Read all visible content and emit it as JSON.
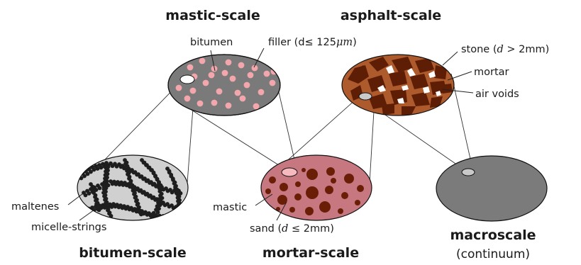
{
  "colors": {
    "mastic_fill": "#7a7a7a",
    "filler_dot": "#f4a6ad",
    "asphalt_fill": "#ad5a2c",
    "stone": "#5e1e06",
    "air_void": "#ffffff",
    "bitumen_fill": "#d0d0d0",
    "micelle": "#1e1e1e",
    "mortar_fill": "#c77780",
    "sand": "#6a1e06",
    "macro_fill": "#7b7b7b"
  },
  "scales": {
    "mastic": {
      "title": "mastic-scale",
      "labels": {
        "bitumen": "bitumen",
        "filler": "filler (d≤ 125",
        "filler_unit": "μm",
        "filler_close": ")"
      }
    },
    "asphalt": {
      "title": "asphalt-scale",
      "labels": {
        "stone": "stone (",
        "stone_math": "d > ",
        "stone_tail": "2mm)",
        "mortar": "mortar",
        "air_voids": "air voids"
      }
    },
    "bitumen": {
      "title": "bitumen-scale",
      "labels": {
        "maltenes": "maltenes",
        "micelle": "micelle-strings"
      }
    },
    "mortar": {
      "title": "mortar-scale",
      "labels": {
        "mastic": "mastic",
        "sand": "sand (",
        "sand_math": "d ≤ ",
        "sand_tail": "2mm)"
      }
    },
    "macro": {
      "title": "macroscale",
      "subtitle": "(continuum)"
    }
  },
  "icons": [
    "scale-ellipse",
    "leader-line",
    "connector-line"
  ]
}
